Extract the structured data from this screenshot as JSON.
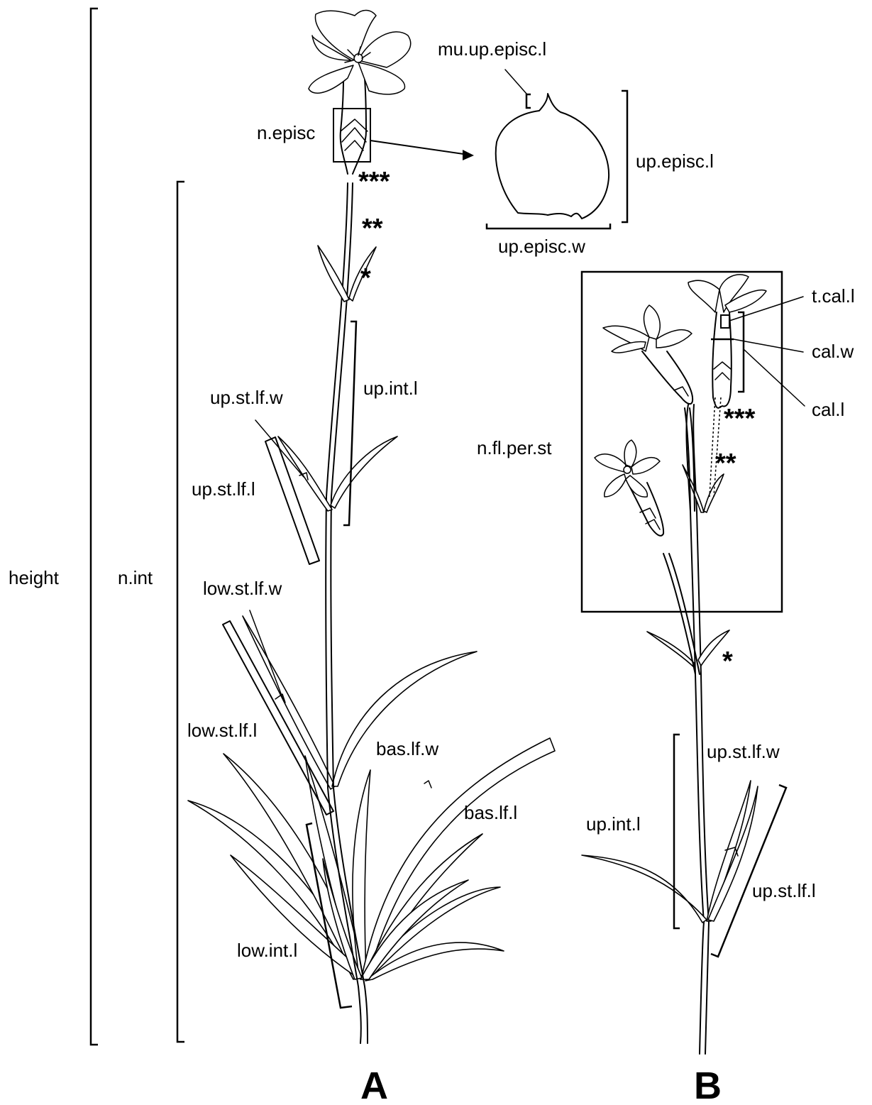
{
  "labels": {
    "height": "height",
    "n_int": "n.int",
    "n_episc": "n.episc",
    "mu_up_episc_l": "mu.up.episc.l",
    "up_episc_l": "up.episc.l",
    "up_episc_w": "up.episc.w",
    "up_int_l_a": "up.int.l",
    "up_st_lf_w_a": "up.st.lf.w",
    "up_st_lf_l_a": "up.st.lf.l",
    "low_st_lf_w": "low.st.lf.w",
    "low_st_lf_l": "low.st.lf.l",
    "bas_lf_w": "bas.lf.w",
    "bas_lf_l": "bas.lf.l",
    "low_int_l": "low.int.l",
    "t_cal_l": "t.cal.l",
    "cal_w": "cal.w",
    "cal_l": "cal.l",
    "n_fl_per_st": "n.fl.per.st",
    "up_st_lf_w_b": "up.st.lf.w",
    "up_int_l_b": "up.int.l",
    "up_st_lf_l_b": "up.st.lf.l"
  },
  "markers": {
    "a_three": "***",
    "a_two": "**",
    "a_one": "*",
    "b_three": "***",
    "b_two": "**",
    "b_one": "*"
  },
  "panels": {
    "a": "A",
    "b": "B"
  },
  "colors": {
    "line": "#000000",
    "background": "#ffffff"
  }
}
